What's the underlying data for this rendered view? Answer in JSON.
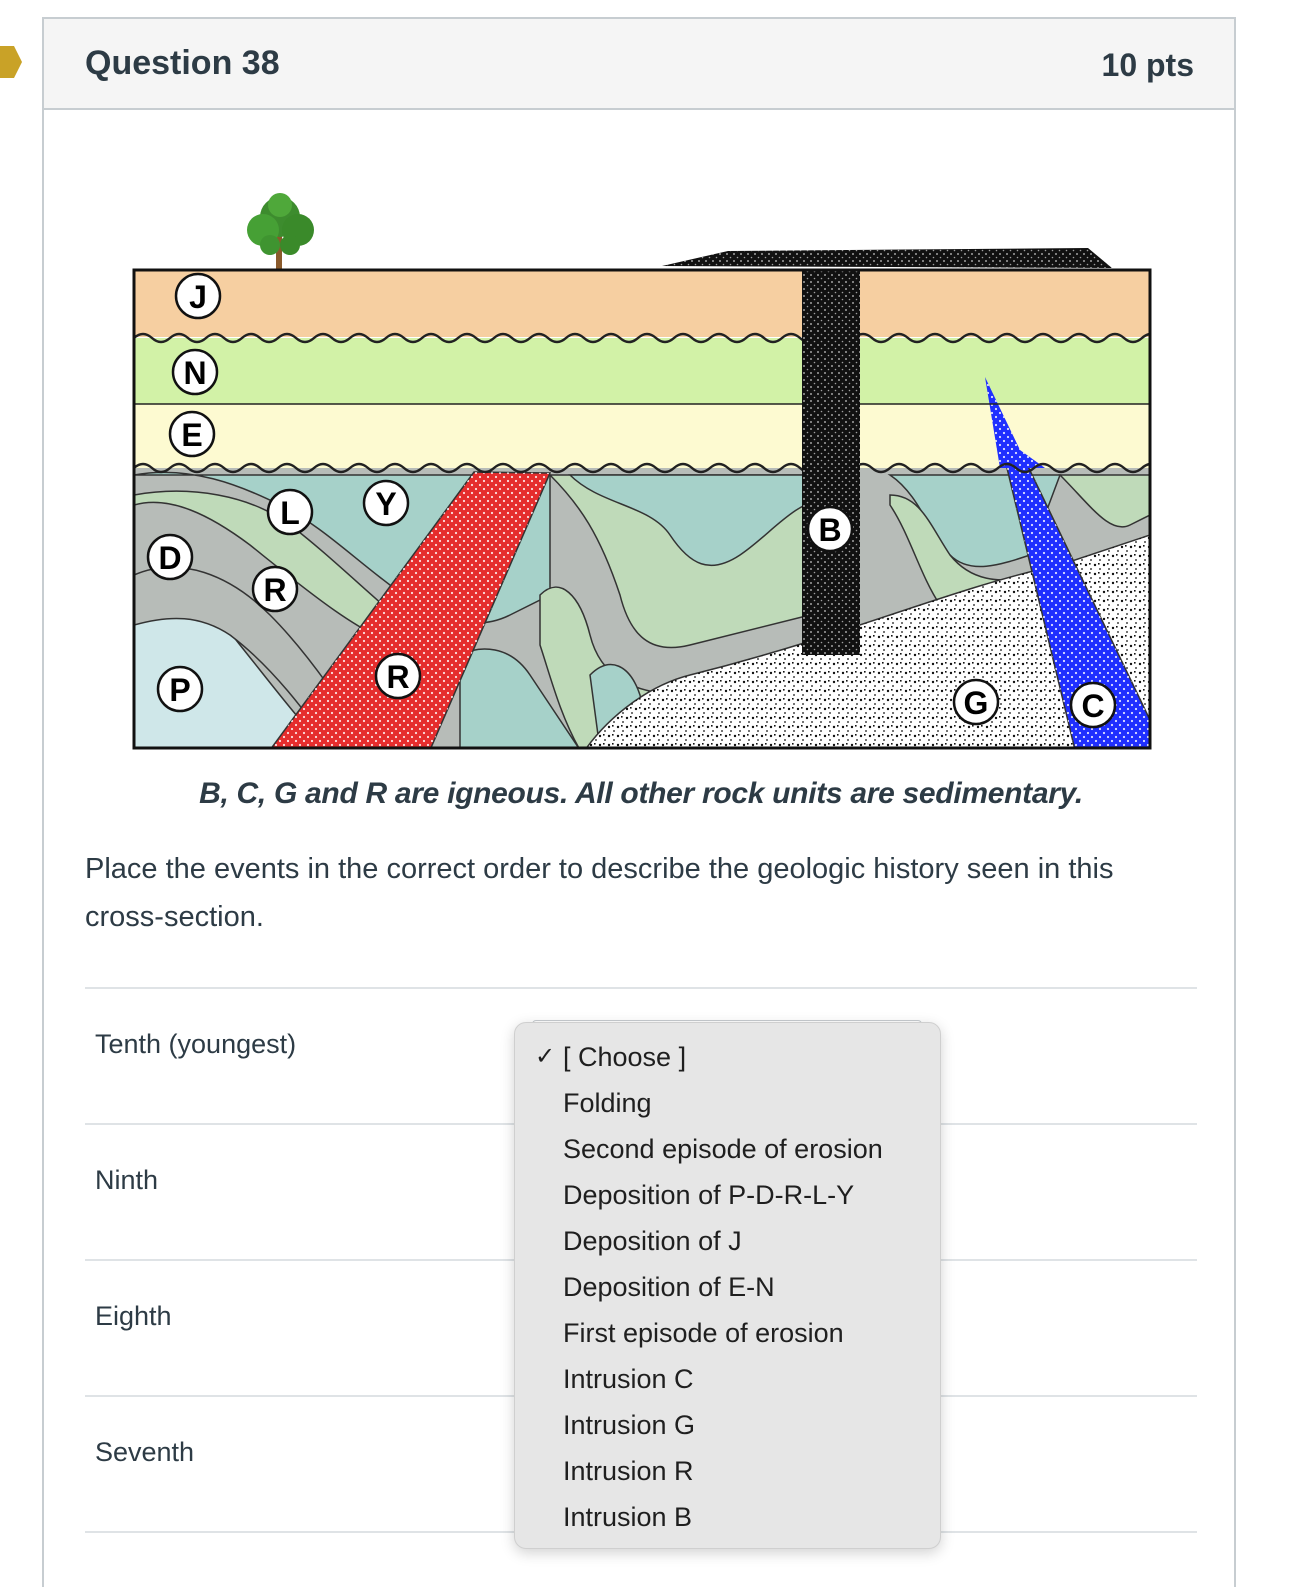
{
  "question": {
    "title": "Question 38",
    "points": "10 pts"
  },
  "diagram": {
    "labels": [
      "J",
      "N",
      "E",
      "L",
      "Y",
      "D",
      "R",
      "B",
      "P",
      "R",
      "G",
      "C"
    ],
    "colors": {
      "J": "#f6cfa1",
      "N": "#d2f2a7",
      "E": "#fdfad1",
      "teal": "#a6d1c9",
      "gray": "#b7bcb8",
      "sage": "#bfdab9",
      "P": "#cfe7e9",
      "R": "#e52d2d",
      "C": "#1f2fff",
      "B": "#111111"
    }
  },
  "caption": "B, C, G and R are igneous.  All other rock units are sedimentary.",
  "prompt": "Place the events in the correct order to describe the geologic history seen in this cross-section.",
  "rows": [
    "Tenth (youngest)",
    "Ninth",
    "Eighth",
    "Seventh"
  ],
  "dropdown": {
    "selected": "[ Choose ]",
    "check": "✓",
    "options": [
      "Folding",
      "Second episode of erosion",
      "Deposition of P-D-R-L-Y",
      "Deposition of J",
      "Deposition of E-N",
      "First episode of erosion",
      "Intrusion C",
      "Intrusion G",
      "Intrusion R",
      "Intrusion B"
    ]
  }
}
